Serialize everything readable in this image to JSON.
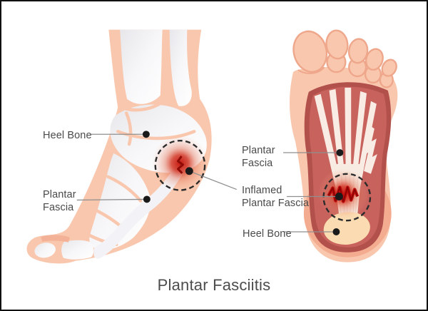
{
  "diagram": {
    "title": "Plantar Fasciitis",
    "views": {
      "side": {
        "name": "side-view-of-foot",
        "labels": {
          "heel_bone": "Heel Bone",
          "plantar_fascia": "Plantar Fascia"
        }
      },
      "bottom": {
        "name": "bottom-view-of-foot",
        "labels": {
          "plantar_fascia": "Plantar Fascia",
          "inflamed_plantar_fascia": "Inflamed Plantar Fascia",
          "heel_bone": "Heel Bone"
        }
      }
    },
    "colors": {
      "skin": "#F9C7AD",
      "skin_shade": "#F3AC90",
      "toe_outline": "#EFA78C",
      "muscle": "#C8625C",
      "muscle_border": "#B2504B",
      "fascia_cream": "#FBF2EA",
      "fascia_stripe": "#D2D2DF",
      "heel_bone": "#FBDCB2",
      "inflamed_red": "#C50F08",
      "label_text": "#4A4A4A",
      "leader_line": "#8F8F8F",
      "dot": "#1A1A1A"
    }
  }
}
